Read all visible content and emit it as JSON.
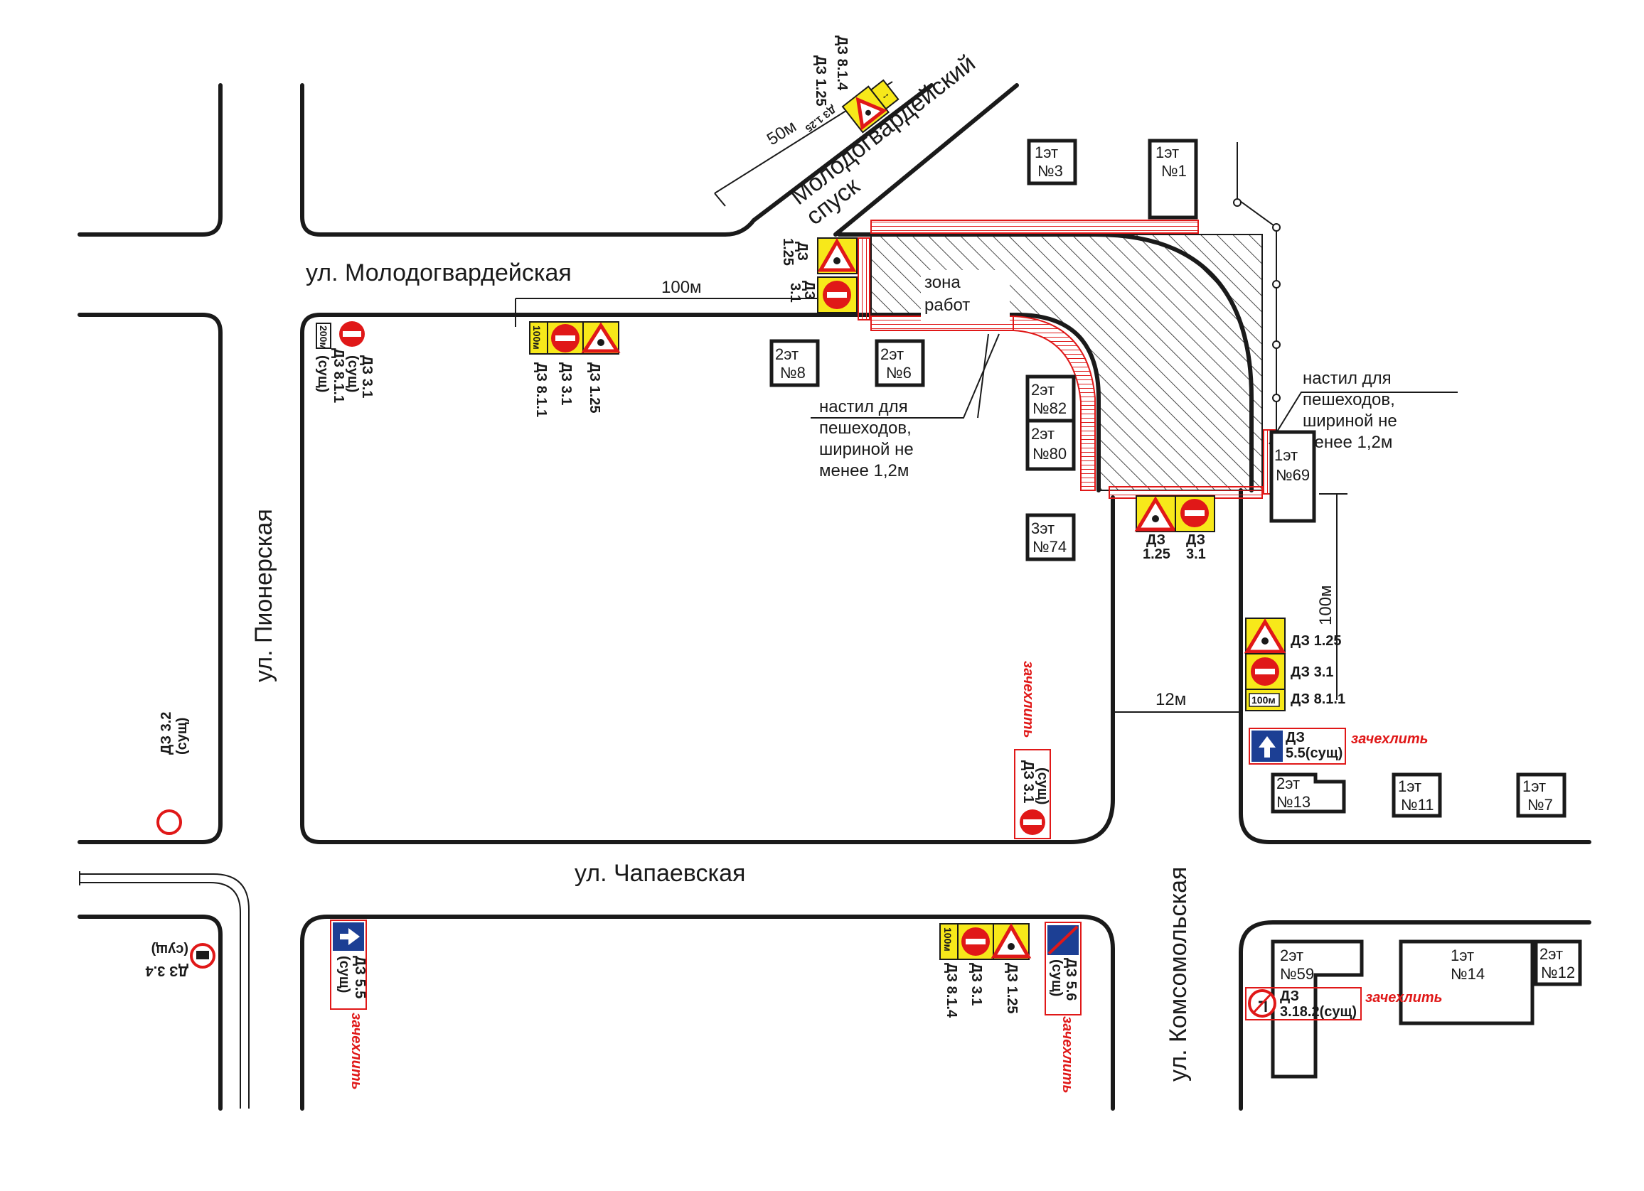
{
  "streets": {
    "molodogvardeyskaya": "ул.  Молодогвардейская",
    "spusk_line1": "Молодогвардейский",
    "spusk_line2": "спуск",
    "pionerskaya": "ул.  Пионерская",
    "chapaevskaya": "ул.  Чапаевская",
    "komsomolskaya": "ул.  Комсомольская"
  },
  "work_zone": {
    "line1": "зона",
    "line2": "работ"
  },
  "notes": {
    "left": [
      "настил для",
      "пешеходов,",
      "шириной не",
      "менее 1,2м"
    ],
    "right": [
      "настил для",
      "пешеходов,",
      "шириной не",
      "менее 1,2м"
    ]
  },
  "dimensions": {
    "d50": "50м",
    "d100_top": "100м",
    "d100_right": "100м",
    "d12": "12м"
  },
  "buildings": [
    {
      "floors": "1эт",
      "num": "№3"
    },
    {
      "floors": "1эт",
      "num": "№1"
    },
    {
      "floors": "2эт",
      "num": "№8"
    },
    {
      "floors": "2эт",
      "num": "№6"
    },
    {
      "floors": "2эт",
      "num": "№82"
    },
    {
      "floors": "2эт",
      "num": "№80"
    },
    {
      "floors": "1эт",
      "num": "№69"
    },
    {
      "floors": "3эт",
      "num": "№74"
    },
    {
      "floors": "2эт",
      "num": "№13"
    },
    {
      "floors": "1эт",
      "num": "№11"
    },
    {
      "floors": "1эт",
      "num": "№7"
    },
    {
      "floors": "2эт",
      "num": "№59"
    },
    {
      "floors": "1эт",
      "num": "№14"
    },
    {
      "floors": "2эт",
      "num": "№12"
    }
  ],
  "sign_labels": {
    "dz125": "ДЗ 1.25",
    "dz31": "ДЗ 3.1",
    "dz811": "ДЗ 8.1.1",
    "dz814": "ДЗ 8.1.4",
    "dz31_exist": "ДЗ 3.1",
    "exist": "(сущ)",
    "dz32": "ДЗ 3.2",
    "dz34": "ДЗ 3.4",
    "dz55": "ДЗ 5.5",
    "dz56": "ДЗ 5.6",
    "dz55_exist": "5.5(сущ)",
    "dz3182": "3.18.2(сущ)",
    "dz": "ДЗ",
    "dz_125": "1.25",
    "dz_31": "3.1",
    "plate100": "100м",
    "plate200": "200м",
    "cover": "зачехлить"
  },
  "colors": {
    "sign_yellow": "#f7e81a",
    "sign_red": "#e01818",
    "sign_blue": "#1c3f94",
    "hatch_red": "#e01818"
  }
}
